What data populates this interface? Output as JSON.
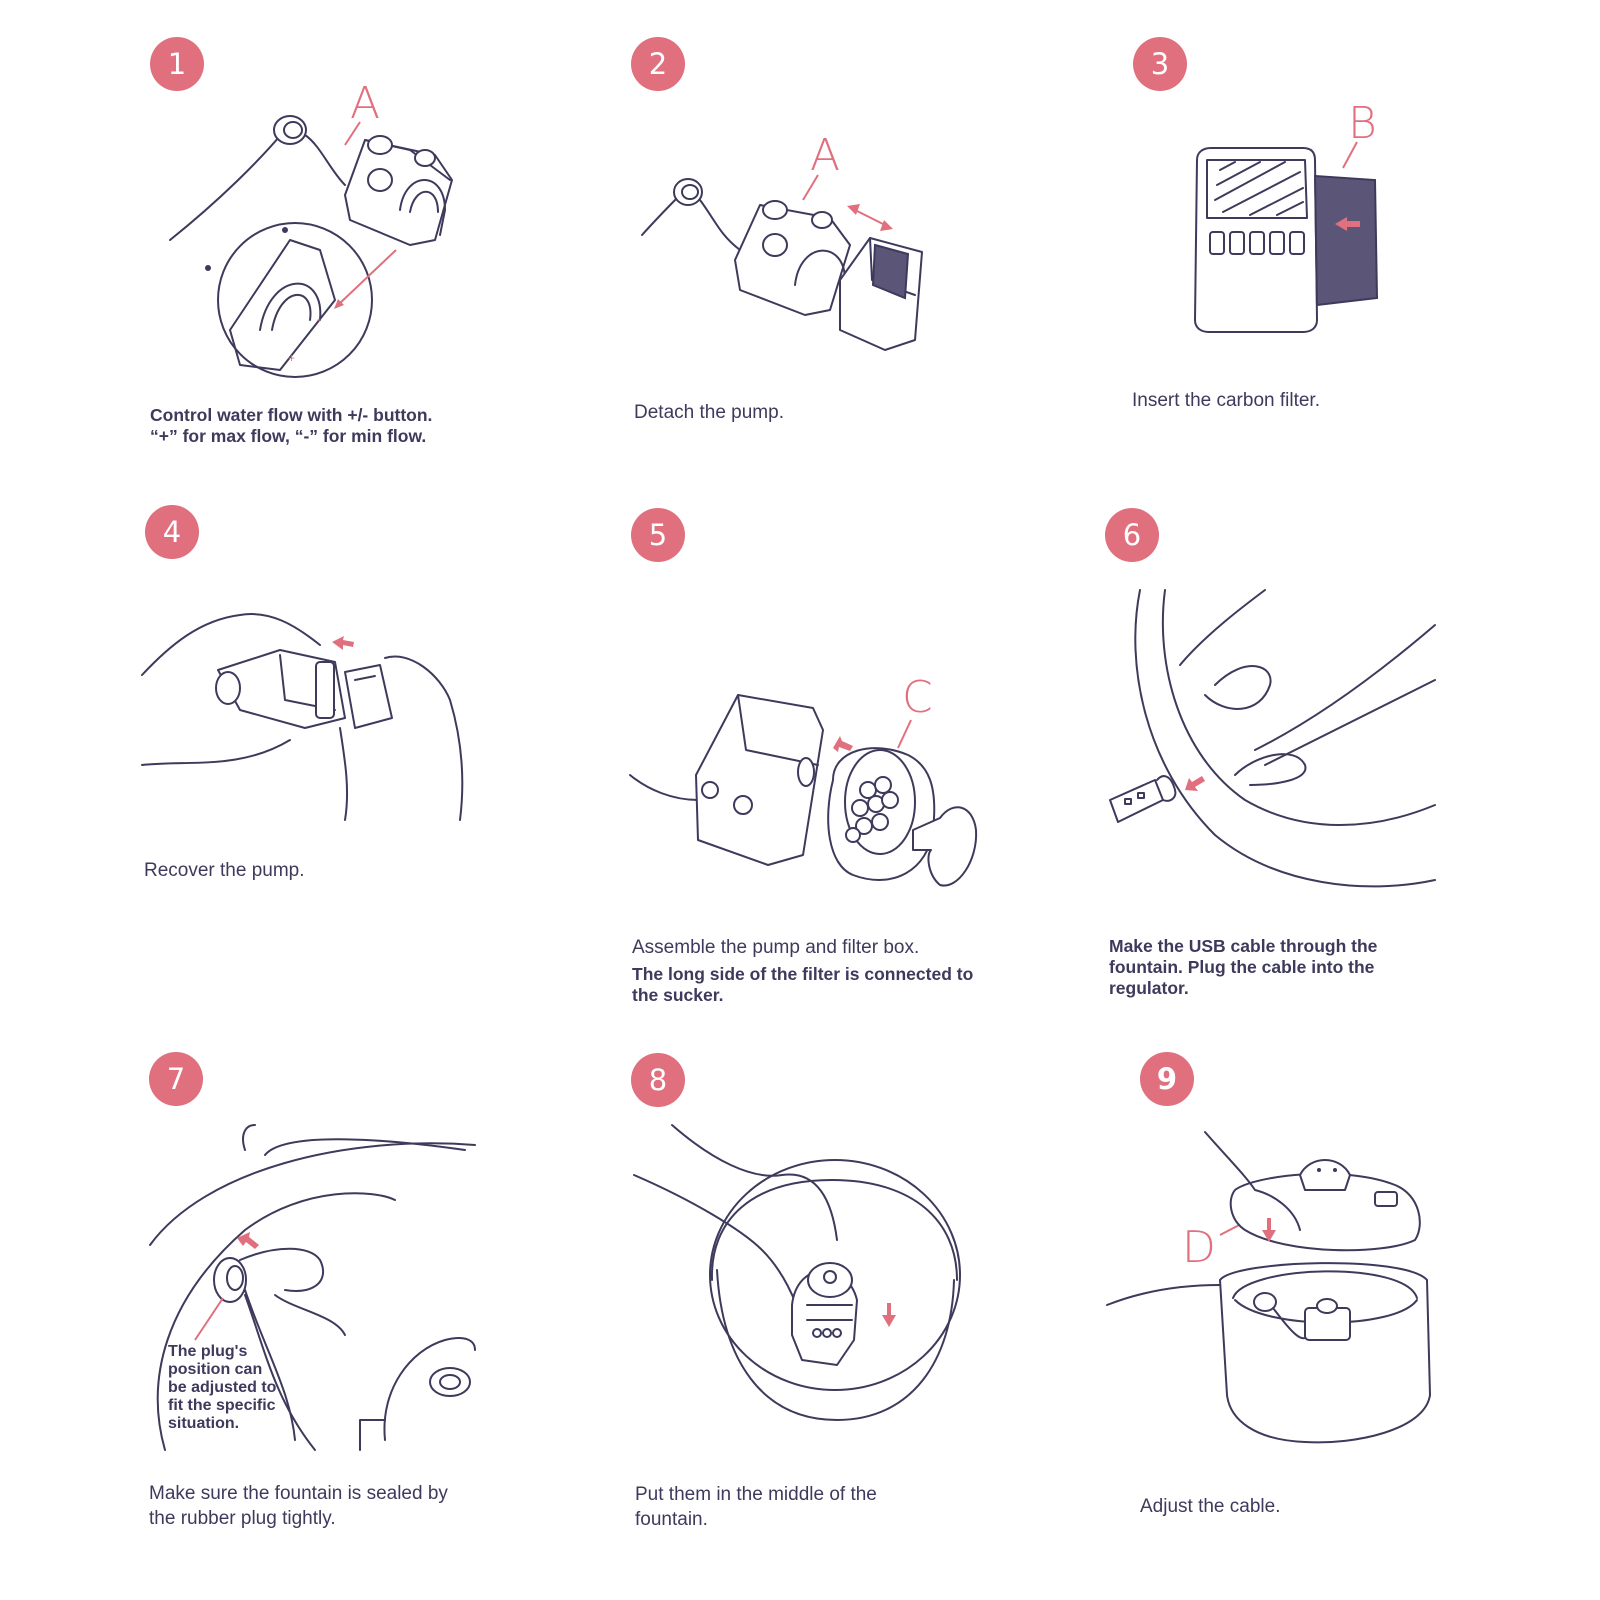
{
  "colors": {
    "accent": "#e0707e",
    "ink": "#3d3a5c",
    "filter": "#5b5578"
  },
  "steps": [
    {
      "number": "1",
      "caption": "Control water flow with +/- button.",
      "caption2": "“+” for max flow, “-” for min flow.",
      "label": "A"
    },
    {
      "number": "2",
      "caption": "Detach the pump.",
      "label": "A"
    },
    {
      "number": "3",
      "caption": "Insert the carbon filter.",
      "label": "B"
    },
    {
      "number": "4",
      "caption": "Recover the pump."
    },
    {
      "number": "5",
      "caption": "Assemble the pump and filter box.",
      "caption2": "The long side of the filter is connected to the sucker.",
      "label": "C"
    },
    {
      "number": "6",
      "caption": "Make the USB cable through the fountain. Plug the cable into the regulator."
    },
    {
      "number": "7",
      "caption": "Make sure the fountain is sealed by the rubber plug tightly.",
      "note": "The plug's position can be adjusted to fit the specific situation."
    },
    {
      "number": "8",
      "caption": "Put them in the middle of the fountain."
    },
    {
      "number": "9",
      "caption": "Adjust the cable.",
      "label": "D"
    }
  ],
  "marks": {
    "plus": "+",
    "minus": "-"
  }
}
